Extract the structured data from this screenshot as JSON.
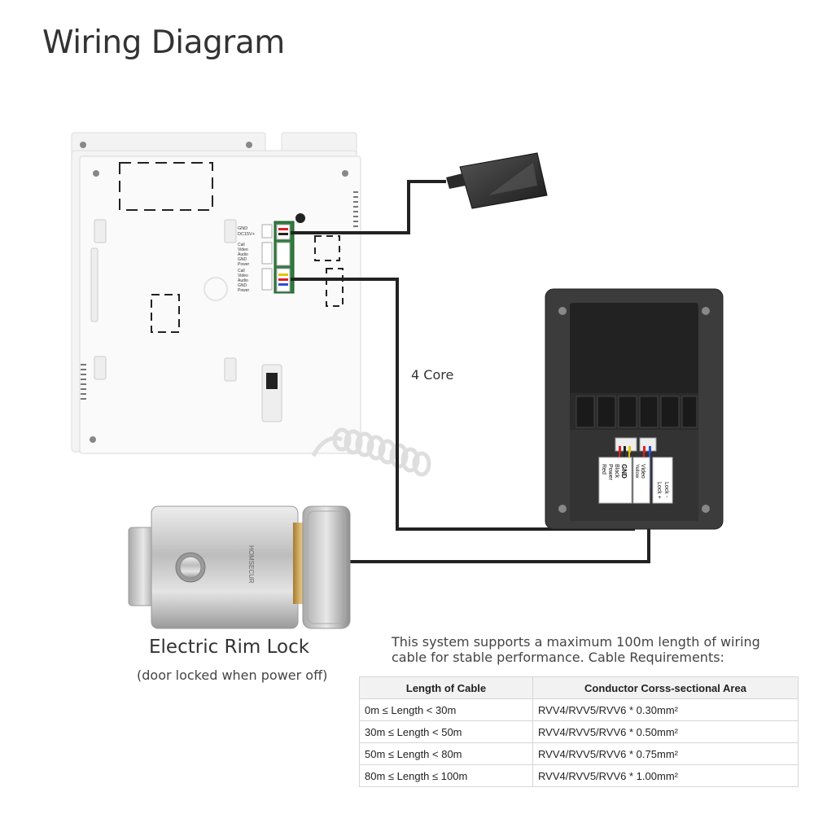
{
  "title": "Wiring Diagram",
  "cable_label": "4 Core",
  "lock": {
    "title": "Electric Rim Lock",
    "subtitle": "(door locked when power off)",
    "brand": "HOMSECUR"
  },
  "camera_terminals": {
    "power_line1": "Red",
    "power_line2": "Power",
    "gnd_line1": "Black",
    "gnd_line2": "GND",
    "video_line1": "Yellow",
    "video_line2": "Video",
    "lock_plus": "Lock +",
    "lock_minus": "Lock -"
  },
  "monitor_terminals": {
    "port1": [
      "GND",
      "DC15V+"
    ],
    "port2": [
      "Call",
      "Video",
      "Audio",
      "GND",
      "Power"
    ],
    "port3": [
      "Call",
      "Video",
      "Audio",
      "GND",
      "Power"
    ]
  },
  "note": "This system supports a maximum 100m length of wiring cable for stable performance. Cable Requirements:",
  "table": {
    "headers": [
      "Length of Cable",
      "Conductor Corss-sectional Area"
    ],
    "rows": [
      [
        "0m ≤ Length < 30m",
        "RVV4/RVV5/RVV6 * 0.30mm²"
      ],
      [
        "30m ≤ Length < 50m",
        "RVV4/RVV5/RVV6 * 0.50mm²"
      ],
      [
        "50m ≤ Length < 80m",
        "RVV4/RVV5/RVV6 * 0.75mm²"
      ],
      [
        "80m ≤ Length ≤ 100m",
        "RVV4/RVV5/RVV6 * 1.00mm²"
      ]
    ]
  },
  "colors": {
    "cable": "#222222",
    "monitor_body": "#f7f7f7",
    "camera_body": "#3a3a3a",
    "lock_metal": "#c9c9c9",
    "lock_brass": "#c8a25a"
  }
}
